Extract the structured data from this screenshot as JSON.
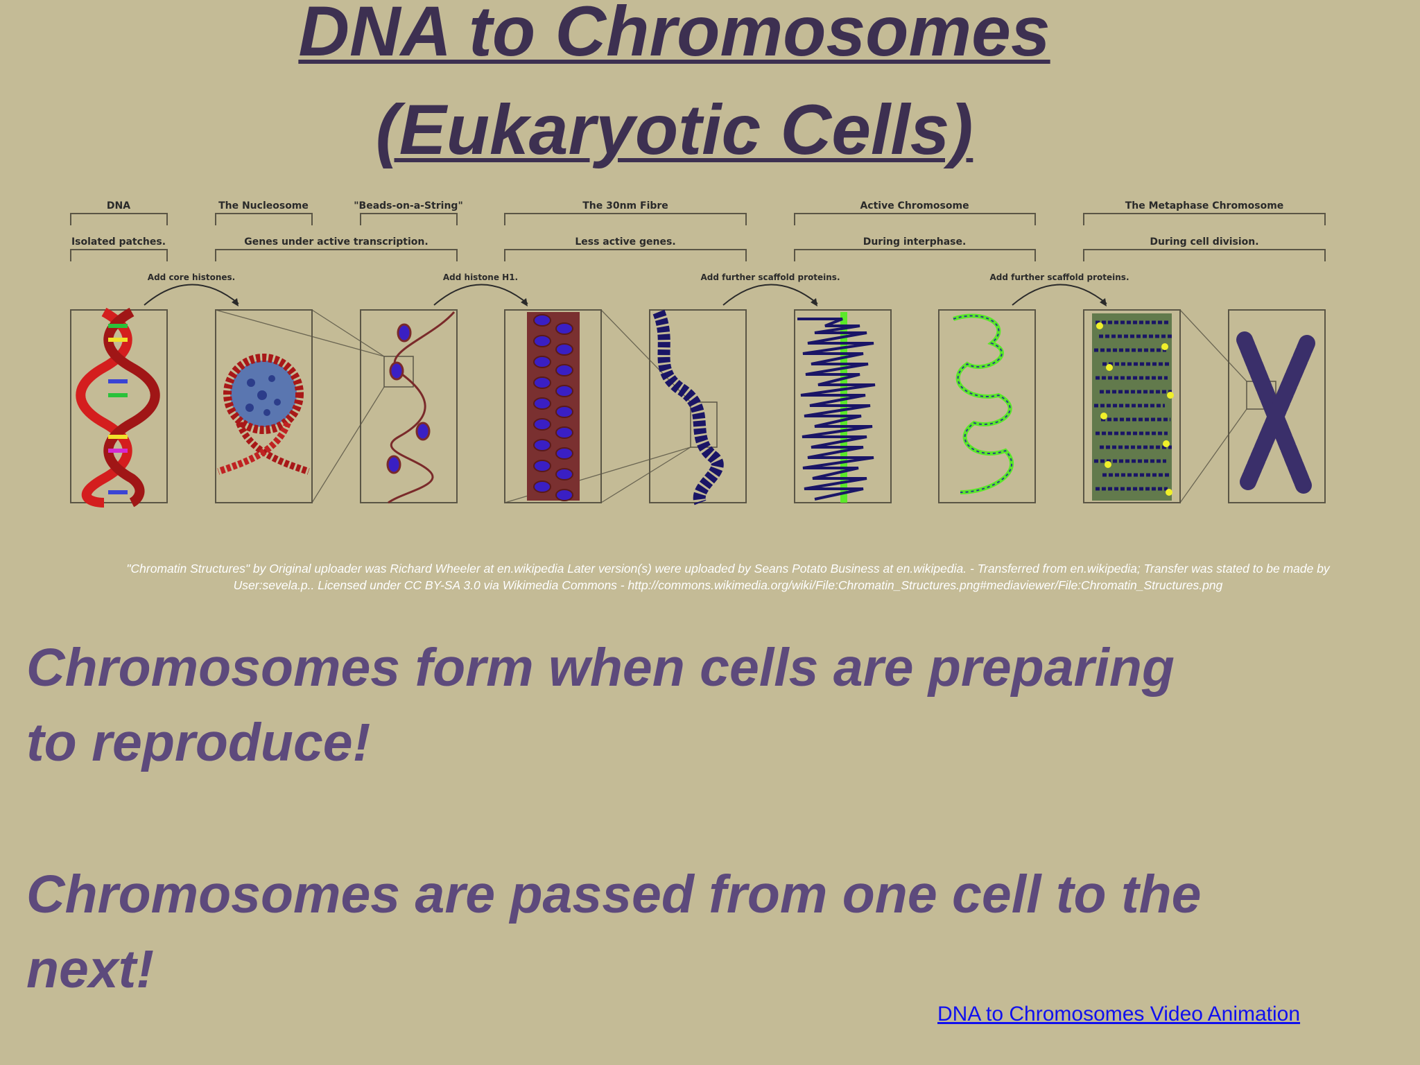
{
  "title": {
    "line1": "DNA to Chromosomes",
    "line2": "(Eukaryotic Cells)"
  },
  "diagram": {
    "top_labels": [
      "DNA",
      "The Nucleosome",
      "\"Beads-on-a-String\"",
      "The 30nm Fibre",
      "Active Chromosome",
      "The Metaphase Chromosome"
    ],
    "sub_labels": [
      "Isolated patches.",
      "Genes under active transcription.",
      "Less active genes.",
      "During interphase.",
      "During cell division."
    ],
    "steps": [
      "Add core histones.",
      "Add histone H1.",
      "Add further scaffold proteins.",
      "Add further scaffold proteins."
    ],
    "colors": {
      "frame": "#5a5545",
      "dna_red": "#d41e1e",
      "histone_blue": "#3a1fc4",
      "fiber_dark": "#1a1566",
      "scaffold_green": "#5be82a",
      "scaffold_yellow": "#f0f02a"
    }
  },
  "credit": "\"Chromatin Structures\" by Original uploader was Richard Wheeler at en.wikipedia Later version(s) were uploaded by Seans Potato Business at en.wikipedia. - Transferred from en.wikipedia; Transfer was stated to be made by User:sevela.p.. Licensed under CC BY-SA 3.0 via Wikimedia Commons - http://commons.wikimedia.org/wiki/File:Chromatin_Structures.png#mediaviewer/File:Chromatin_Structures.png",
  "statements": [
    "Chromosomes form when cells are preparing to reproduce!",
    "Chromosomes are passed from one cell to the next!"
  ],
  "video_link": "DNA to Chromosomes Video Animation"
}
